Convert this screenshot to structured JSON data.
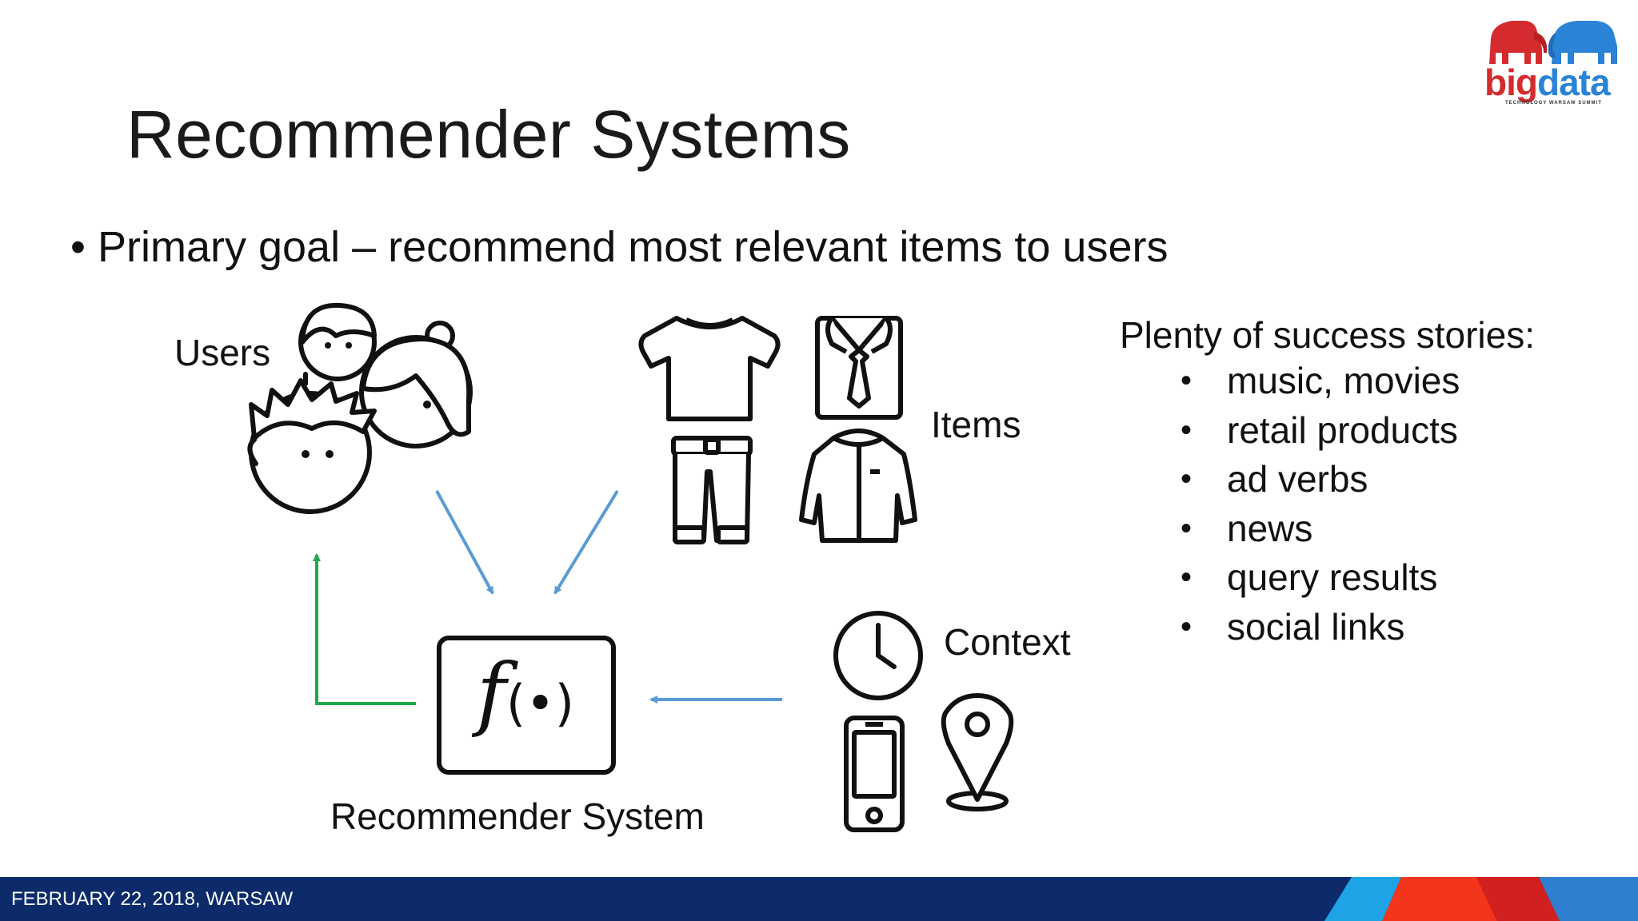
{
  "slide": {
    "title": "Recommender Systems",
    "bullet": "Primary goal – recommend most relevant items to users",
    "bullet_marker": "•"
  },
  "diagram": {
    "users_label": "Users",
    "items_label": "Items",
    "context_label": "Context",
    "system_label": "Recommender System",
    "function_symbol": "f",
    "function_arg": "(•)"
  },
  "stories": {
    "heading": "Plenty of success stories:",
    "items": [
      "music, movies",
      "retail products",
      "ad verbs",
      "news",
      "query results",
      "social links"
    ]
  },
  "footer": {
    "text": "FEBRUARY 22, 2018, WARSAW"
  },
  "logo": {
    "part1": "big",
    "part2": "data",
    "tagline": "TECHNOLOGY WARSAW SUMMIT"
  },
  "colors": {
    "arrow_blue": "#5b9bd5",
    "arrow_green": "#22a84a",
    "footer": "#0d2b6b",
    "logo_red": "#d52b2e",
    "logo_blue": "#2a83d6"
  }
}
